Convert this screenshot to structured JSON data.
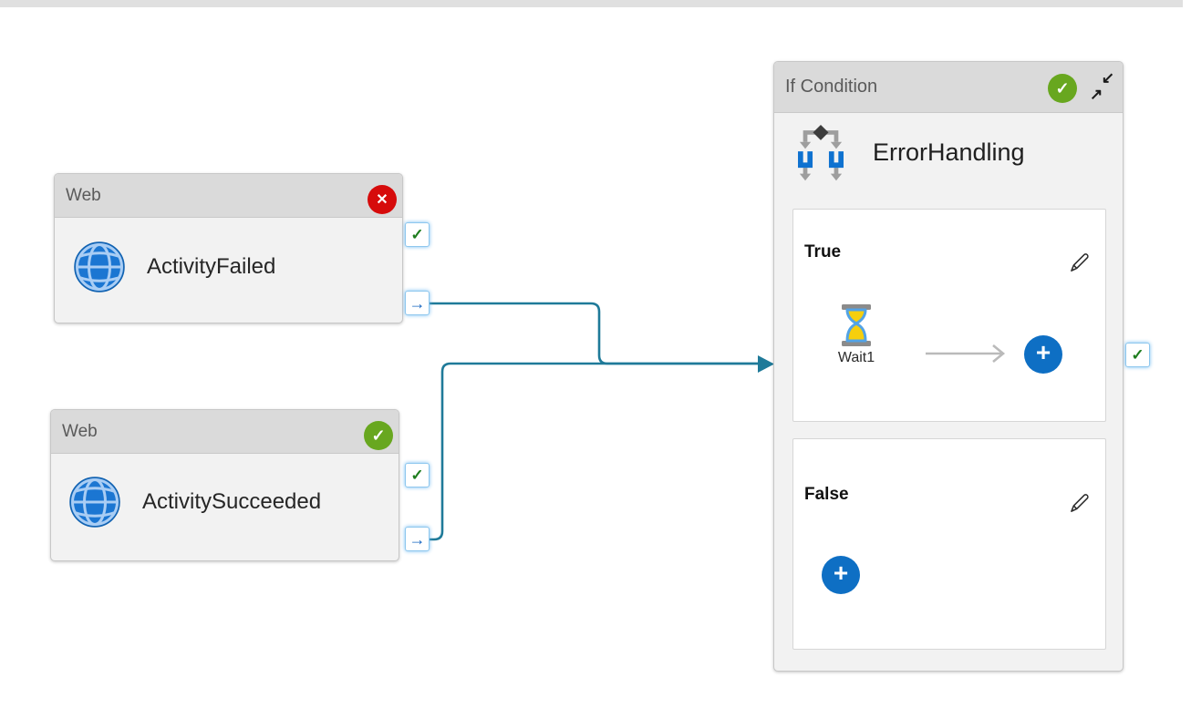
{
  "app": {
    "title": "Pipeline designer canvas"
  },
  "colors": {
    "connector_line": "#1f7a99",
    "success_badge_green": "#68a71f",
    "error_badge_red": "#d60b0b",
    "dependency_check_green": "#1e7d1e",
    "output_arrow_blue": "#1565c0",
    "add_button_blue": "#0e6fc4",
    "card_header_gray": "#dadada",
    "card_body_gray": "#f2f2f2"
  },
  "icons": {
    "success_badge_glyph": "✓",
    "error_badge_glyph": "✕",
    "success_connector_glyph": "✓",
    "output_connector_glyph": "→",
    "collapse_in_glyph": "↙",
    "collapse_out_glyph": "↗",
    "plus_glyph": "+"
  },
  "activities": {
    "activity_failed": {
      "type_label": "Web",
      "name": "ActivityFailed",
      "status": "Failed",
      "icon": "globe-icon"
    },
    "activity_succeeded": {
      "type_label": "Web",
      "name": "ActivitySucceeded",
      "status": "Succeeded",
      "icon": "globe-icon"
    },
    "error_handling": {
      "type_label": "If Condition",
      "name": "ErrorHandling",
      "status": "Succeeded",
      "icon": "if-condition-icon",
      "true_branch": {
        "label": "True",
        "activities": [
          {
            "name": "Wait1",
            "icon": "hourglass-icon"
          }
        ]
      },
      "false_branch": {
        "label": "False",
        "activities": []
      }
    }
  },
  "connections": [
    {
      "from": "ActivityFailed",
      "from_port": "output-arrow",
      "to": "ErrorHandling"
    },
    {
      "from": "ActivitySucceeded",
      "from_port": "output-arrow",
      "to": "ErrorHandling"
    }
  ]
}
